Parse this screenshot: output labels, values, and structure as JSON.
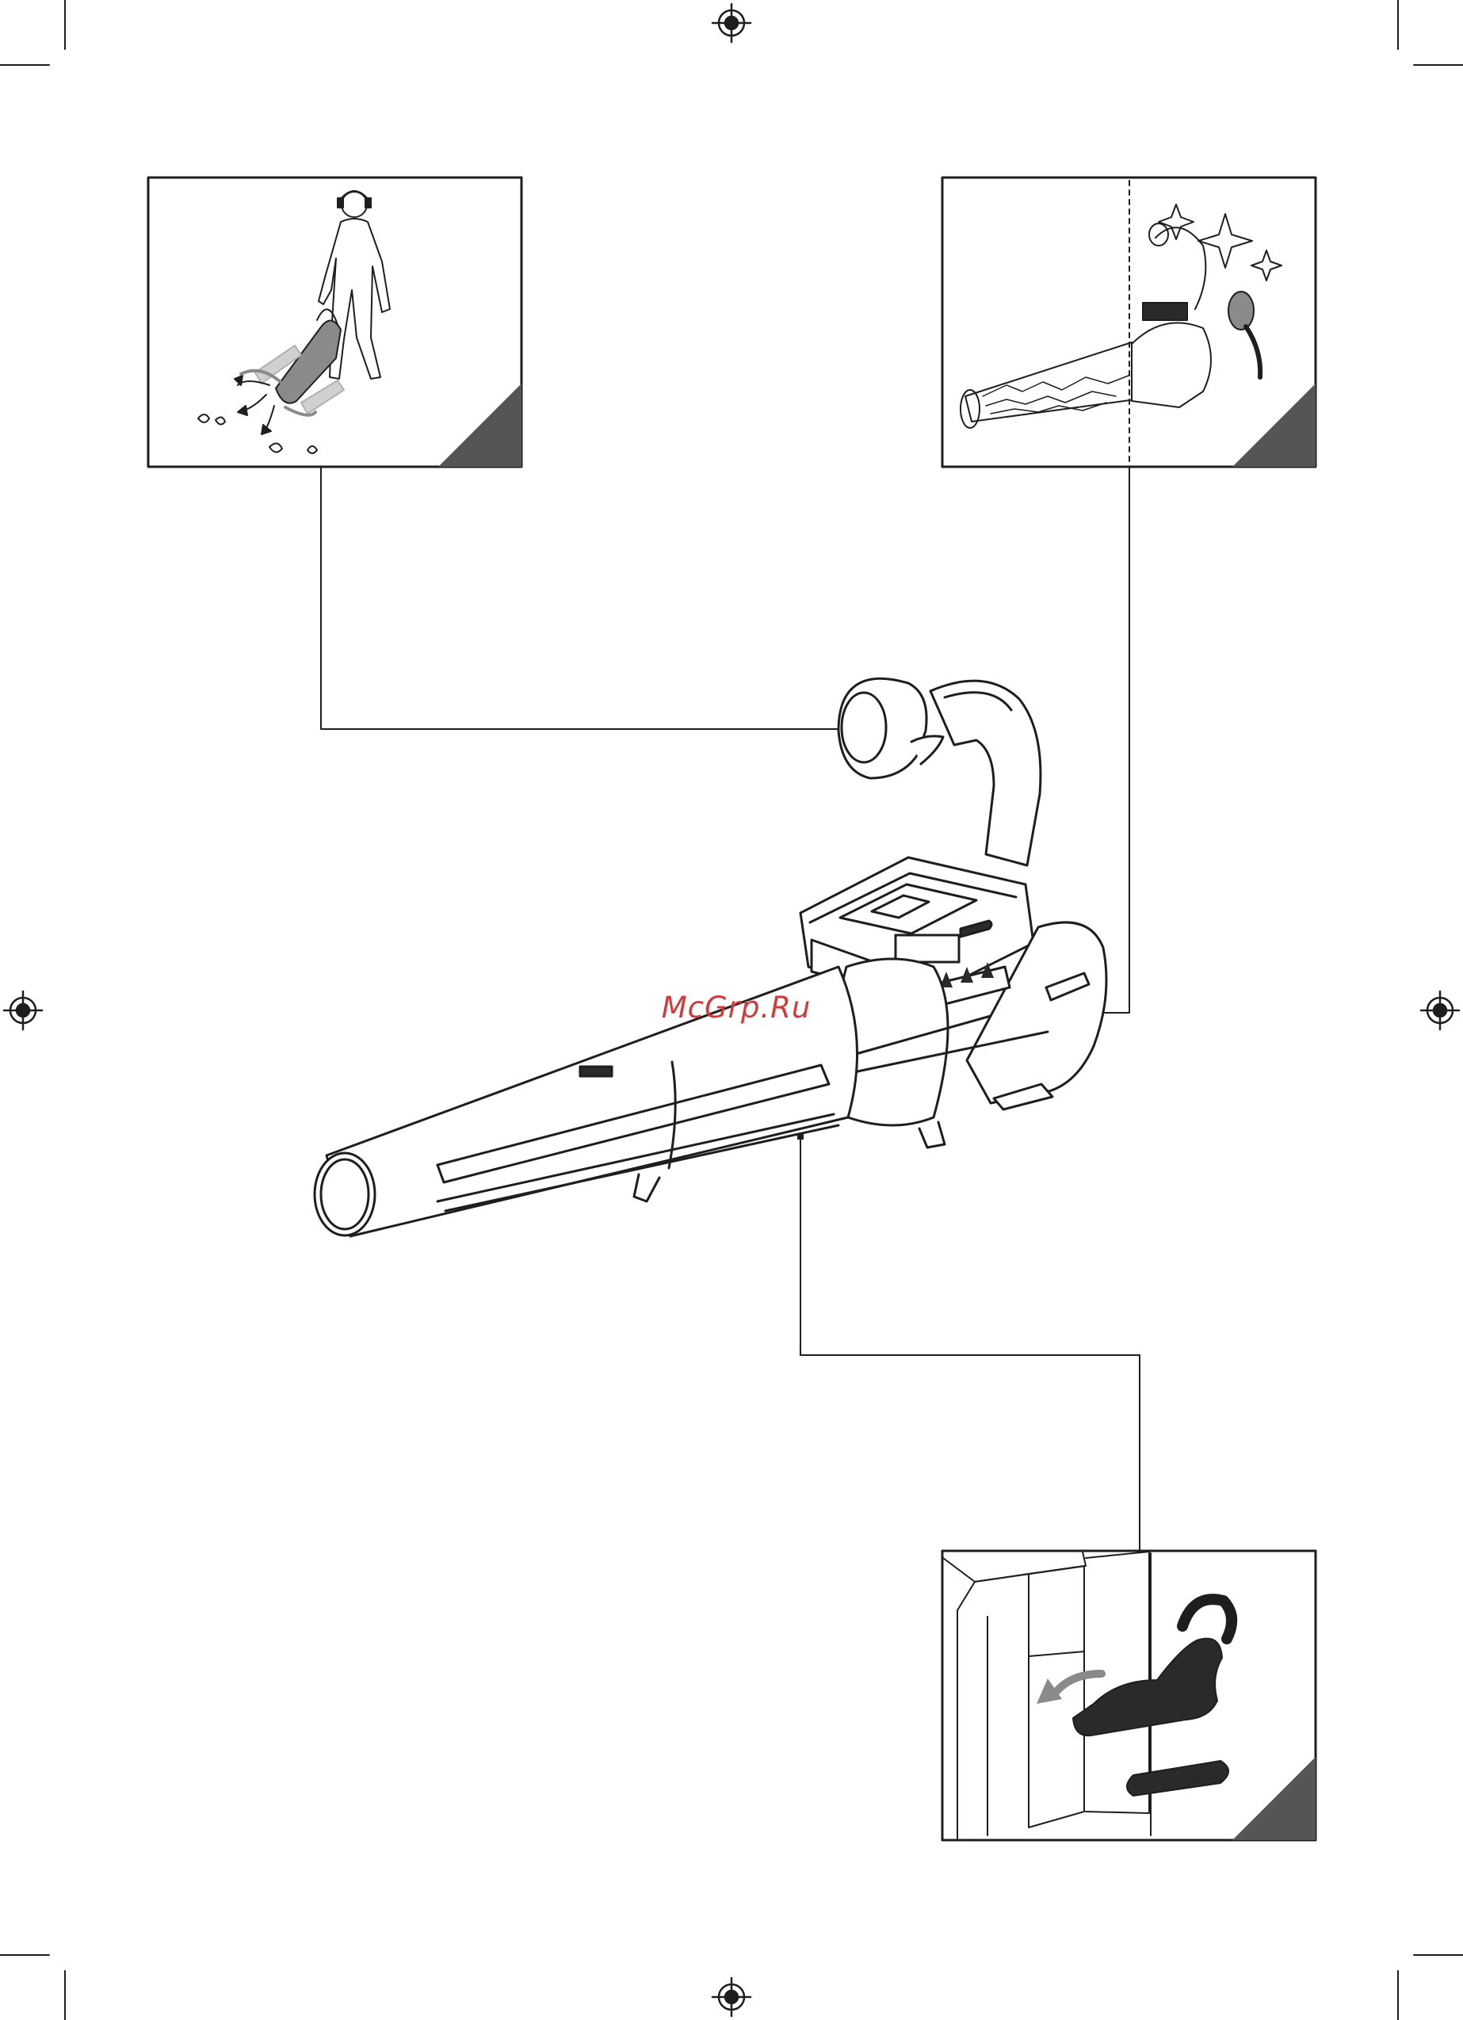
{
  "watermark": {
    "text": "McGrp.Ru",
    "color": "#d23a3a"
  },
  "colors": {
    "line": "#1e1e1e",
    "grey_fill": "#8a8a8a",
    "dark_fill": "#2a2a2a",
    "corner_fill": "#555555"
  },
  "panels": [
    {
      "id": "panel-usage",
      "description_icon": "person-blowing-leaves-icon"
    },
    {
      "id": "panel-cleaning",
      "description_icon": "clean-blower-sparkle-icon"
    },
    {
      "id": "panel-storage",
      "description_icon": "store-blower-indoors-icon"
    }
  ]
}
